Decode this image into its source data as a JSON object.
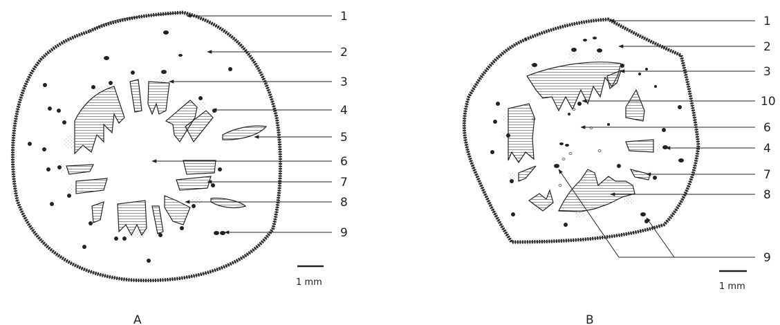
{
  "panels": {
    "A": {
      "panel_label": "A",
      "scale_text": "1 mm",
      "callouts": [
        "1",
        "2",
        "3",
        "4",
        "5",
        "6",
        "7",
        "8",
        "9"
      ]
    },
    "B": {
      "panel_label": "B",
      "scale_text": "1 mm",
      "callouts": [
        "1",
        "2",
        "3",
        "10",
        "6",
        "4",
        "7",
        "8",
        "9"
      ]
    }
  }
}
